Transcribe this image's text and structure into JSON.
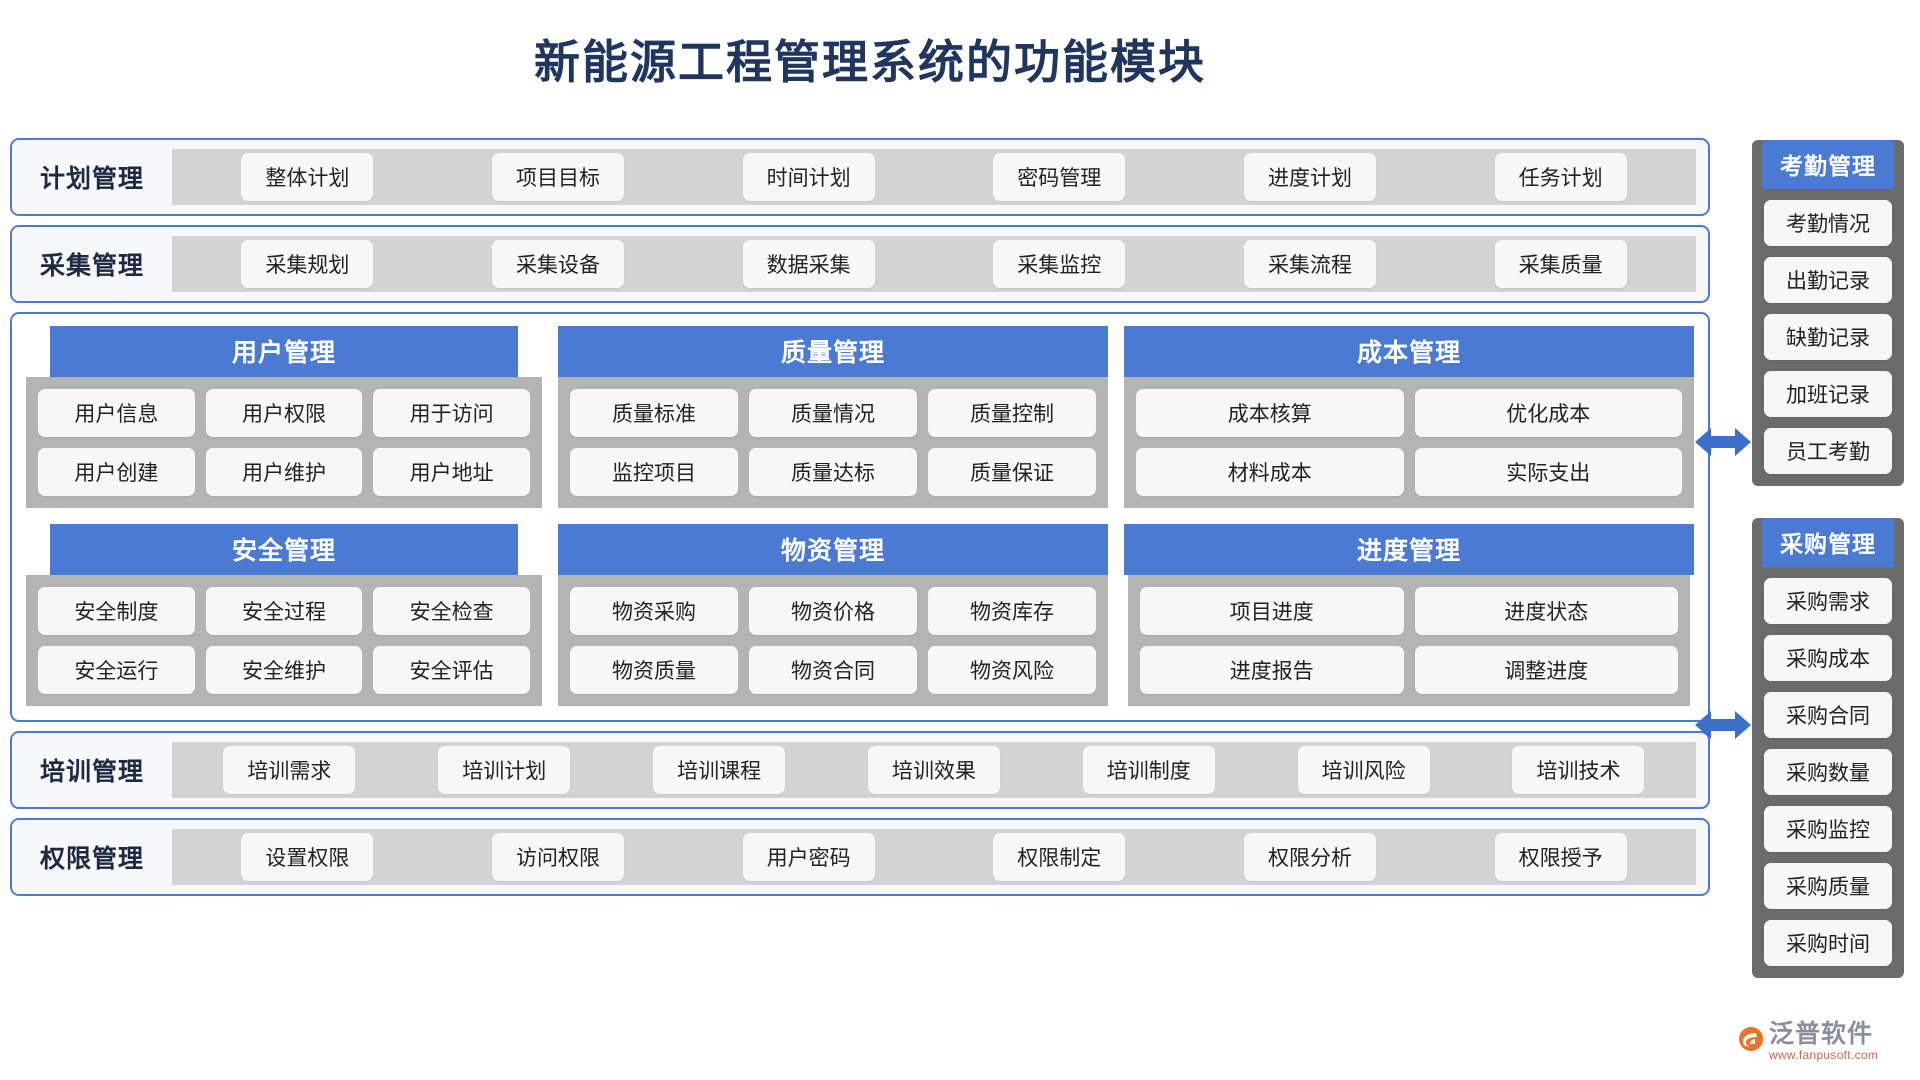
{
  "title": "新能源工程管理系统的功能模块",
  "colors": {
    "title": "#20365e",
    "accent_blue": "#4a7ad1",
    "panel_gray": "#b4b4b4",
    "strip_gray": "#d3d3d3",
    "sidebar_gray": "#6b6b6b",
    "pill_white": "#f7f7f7",
    "logo_text": "#8a8fa0",
    "logo_url": "#c06a4e"
  },
  "wide_rows_top": [
    {
      "label": "计划管理",
      "items": [
        "整体计划",
        "项目目标",
        "时间计划",
        "密码管理",
        "进度计划",
        "任务计划"
      ]
    },
    {
      "label": "采集管理",
      "items": [
        "采集规划",
        "采集设备",
        "数据采集",
        "采集监控",
        "采集流程",
        "采集质量"
      ]
    }
  ],
  "center_cards": [
    [
      {
        "header": "用户管理",
        "rows": [
          [
            "用户信息",
            "用户权限",
            "用于访问"
          ],
          [
            "用户创建",
            "用户维护",
            "用户地址"
          ]
        ]
      },
      {
        "header": "质量管理",
        "rows": [
          [
            "质量标准",
            "质量情况",
            "质量控制"
          ],
          [
            "监控项目",
            "质量达标",
            "质量保证"
          ]
        ]
      },
      {
        "header": "成本管理",
        "rows": [
          [
            "成本核算",
            "优化成本"
          ],
          [
            "材料成本",
            "实际支出"
          ]
        ]
      }
    ],
    [
      {
        "header": "安全管理",
        "rows": [
          [
            "安全制度",
            "安全过程",
            "安全检查"
          ],
          [
            "安全运行",
            "安全维护",
            "安全评估"
          ]
        ]
      },
      {
        "header": "物资管理",
        "rows": [
          [
            "物资采购",
            "物资价格",
            "物资库存"
          ],
          [
            "物资质量",
            "物资合同",
            "物资风险"
          ]
        ]
      },
      {
        "header": "进度管理",
        "rows": [
          [
            "项目进度",
            "进度状态"
          ],
          [
            "进度报告",
            "调整进度"
          ]
        ]
      }
    ]
  ],
  "wide_rows_bottom": [
    {
      "label": "培训管理",
      "items": [
        "培训需求",
        "培训计划",
        "培训课程",
        "培训效果",
        "培训制度",
        "培训风险",
        "培训技术"
      ]
    },
    {
      "label": "权限管理",
      "items": [
        "设置权限",
        "访问权限",
        "用户密码",
        "权限制定",
        "权限分析",
        "权限授予"
      ]
    }
  ],
  "sidebar_panels": [
    {
      "header": "考勤管理",
      "items": [
        "考勤情况",
        "出勤记录",
        "缺勤记录",
        "加班记录",
        "员工考勤"
      ]
    },
    {
      "header": "采购管理",
      "items": [
        "采购需求",
        "采购成本",
        "采购合同",
        "采购数量",
        "采购监控",
        "采购质量",
        "采购时间"
      ]
    }
  ],
  "logo": {
    "name": "泛普软件",
    "url": "www.fanpusoft.com"
  }
}
